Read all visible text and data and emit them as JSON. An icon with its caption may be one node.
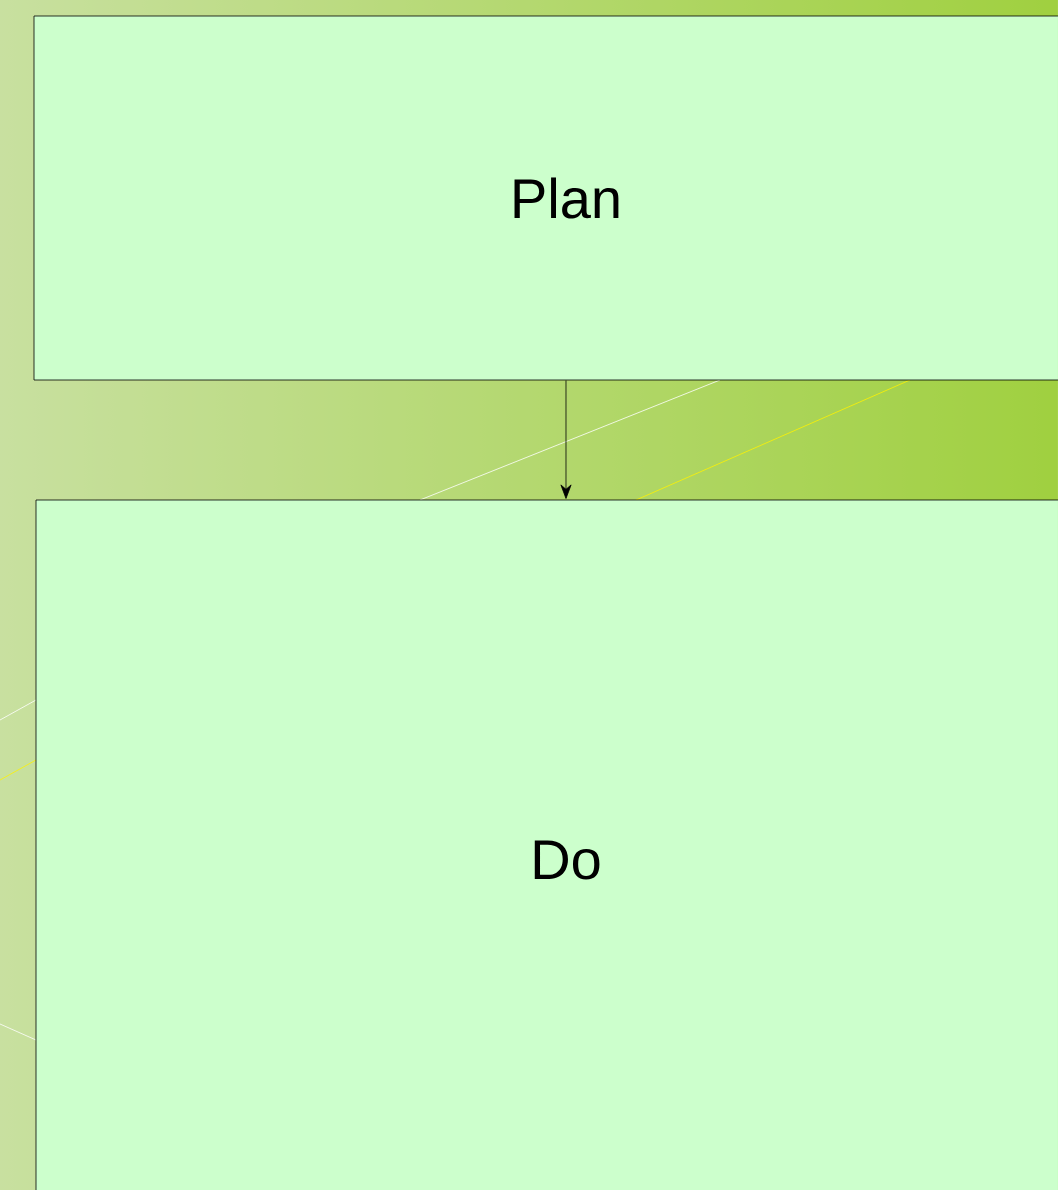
{
  "diagram": {
    "nodes": [
      {
        "text": [
          "Plan"
        ]
      },
      {
        "text": [
          "Do"
        ]
      }
    ],
    "edges": [
      {
        "from": 0,
        "to": 1,
        "arrow": "to"
      }
    ]
  }
}
